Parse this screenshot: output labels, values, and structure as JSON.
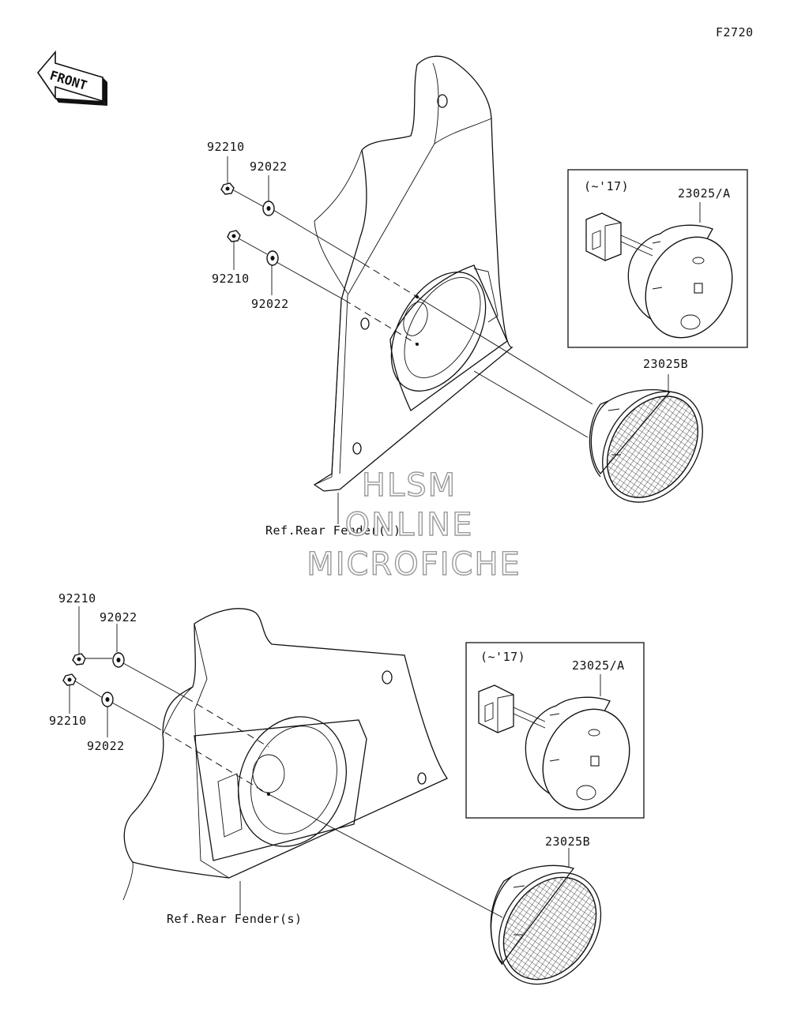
{
  "figure_code": "F2720",
  "front_arrow": {
    "label": "FRONT",
    "icon": "front-arrow-icon"
  },
  "top_group": {
    "nut_upper": "92210",
    "washer_upper": "92022",
    "nut_lower": "92210",
    "washer_lower": "92022",
    "inset_note": "(~'17)",
    "inset_part": "23025/A",
    "reflector_part": "23025B",
    "ref_text": "Ref.Rear Fender(s)"
  },
  "bottom_group": {
    "nut_upper": "92210",
    "washer_upper": "92022",
    "nut_lower": "92210",
    "washer_lower": "92022",
    "inset_note": "(~'17)",
    "inset_part": "23025/A",
    "reflector_part": "23025B",
    "ref_text": "Ref.Rear Fender(s)"
  },
  "watermark": {
    "line1": "HLSM",
    "line2": "ONLINE",
    "line3": "MICROFICHE"
  }
}
